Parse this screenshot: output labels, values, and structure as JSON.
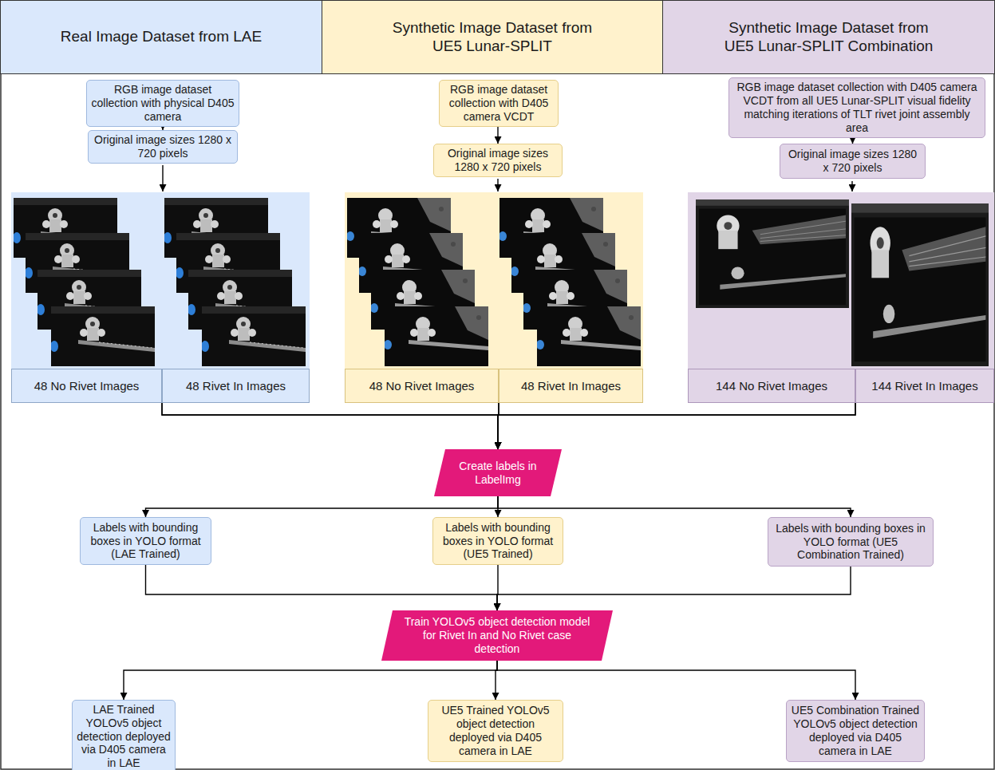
{
  "diagram": {
    "nodes": [
      {
        "text": [
          "Real Image Dataset from LAE"
        ]
      },
      {
        "text": [
          "Synthetic Image Dataset from UE5 Lunar-SPLIT"
        ]
      },
      {
        "text": [
          "Synthetic Image Dataset from UE5 Lunar-SPLIT Combination"
        ]
      },
      {
        "text": [
          "RGB image dataset collection with physical D405 camera"
        ]
      },
      {
        "text": [
          "Original image sizes 1280 x 720 pixels"
        ]
      },
      {
        "text": [
          "48 No Rivet Images"
        ]
      },
      {
        "text": [
          "48 Rivet In Images"
        ]
      },
      {
        "text": [
          "RGB image dataset collection with D405 camera VCDT"
        ]
      },
      {
        "text": [
          "Original image sizes 1280 x 720 pixels"
        ]
      },
      {
        "text": [
          "48 No Rivet Images"
        ]
      },
      {
        "text": [
          "48 Rivet In Images"
        ]
      },
      {
        "text": [
          "RGB image dataset collection with D405 camera VCDT from all UE5 Lunar-SPLIT visual fidelity matching iterations of TLT rivet joint assembly area"
        ]
      },
      {
        "text": [
          "Original image sizes 1280 x 720 pixels"
        ]
      },
      {
        "text": [
          "144 No Rivet Images"
        ]
      },
      {
        "text": [
          "144 Rivet In Images"
        ]
      },
      {
        "text": [
          "Create labels in LabelImg"
        ]
      },
      {
        "text": [
          "Labels with bounding boxes in YOLO format (LAE Trained)"
        ]
      },
      {
        "text": [
          "Labels with bounding boxes in YOLO format (UE5 Trained)"
        ]
      },
      {
        "text": [
          "Labels with bounding boxes in YOLO format (UE5 Combination Trained)"
        ]
      },
      {
        "text": [
          "Train YOLOv5 object detection model for Rivet In and No Rivet case detection"
        ]
      },
      {
        "text": [
          "LAE Trained YOLOv5 object detection deployed via D405 camera in LAE"
        ]
      },
      {
        "text": [
          "UE5 Trained YOLOv5 object detection deployed via D405 camera in LAE"
        ]
      },
      {
        "text": [
          "UE5 Combination Trained YOLOv5 object detection deployed via D405 camera in LAE"
        ]
      }
    ],
    "edges": [
      {
        "from": 3,
        "to": 4,
        "arrow": "to"
      },
      {
        "from": 7,
        "to": 8,
        "arrow": "to"
      },
      {
        "from": 11,
        "to": 12,
        "arrow": "to"
      },
      {
        "from": 5,
        "to": 15,
        "arrow": "to"
      },
      {
        "from": 6,
        "to": 15,
        "arrow": "to"
      },
      {
        "from": 9,
        "to": 15,
        "arrow": "to"
      },
      {
        "from": 10,
        "to": 15,
        "arrow": "to"
      },
      {
        "from": 13,
        "to": 15,
        "arrow": "to"
      },
      {
        "from": 14,
        "to": 15,
        "arrow": "to"
      },
      {
        "from": 15,
        "to": 16,
        "arrow": "to"
      },
      {
        "from": 15,
        "to": 17,
        "arrow": "to"
      },
      {
        "from": 15,
        "to": 18,
        "arrow": "to"
      },
      {
        "from": 16,
        "to": 19,
        "arrow": "to"
      },
      {
        "from": 17,
        "to": 19,
        "arrow": "to"
      },
      {
        "from": 18,
        "to": 19,
        "arrow": "to"
      },
      {
        "from": 19,
        "to": 20,
        "arrow": "to"
      },
      {
        "from": 19,
        "to": 21,
        "arrow": "to"
      },
      {
        "from": 19,
        "to": 22,
        "arrow": "to"
      }
    ]
  }
}
